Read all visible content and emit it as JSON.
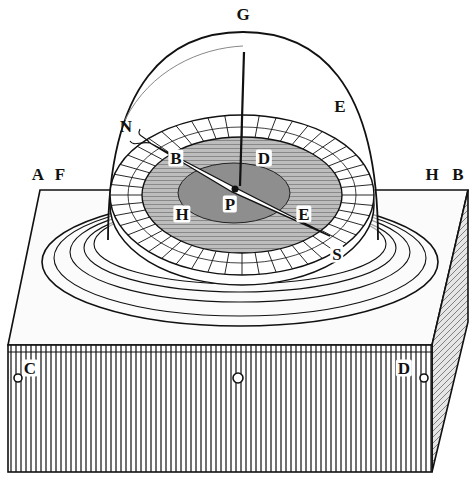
{
  "diagram": {
    "labels": [
      "G",
      "N",
      "E",
      "A",
      "F",
      "H",
      "B",
      "B",
      "D",
      "P",
      "E",
      "H",
      "S",
      "C",
      "D"
    ]
  }
}
